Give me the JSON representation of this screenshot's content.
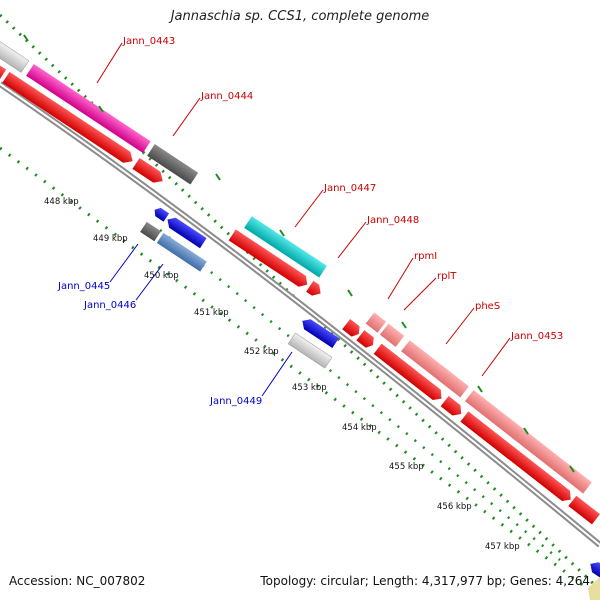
{
  "title": "Jannaschia sp. CCS1, complete genome",
  "footer": {
    "accession": "Accession: NC_007802",
    "stats": "Topology: circular; Length: 4,317,977 bp; Genes: 4,264"
  },
  "colors": {
    "backbone": "#8c8c8c",
    "tick": "#1e8c1e",
    "forward_label": "#cc0000",
    "reverse_label": "#0000cc",
    "cds": "#ff0000"
  },
  "ticks": [
    "448 kbp",
    "449 kbp",
    "450 kbp",
    "451 kbp",
    "452 kbp",
    "453 kbp",
    "454 kbp",
    "455 kbp",
    "456 kbp",
    "457 kbp"
  ],
  "labels": {
    "forward": [
      "Jann_0443",
      "Jann_0444",
      "Jann_0447",
      "Jann_0448",
      "rpmI",
      "rplT",
      "pheS",
      "Jann_0453"
    ],
    "reverse": [
      "Jann_0445",
      "Jann_0446",
      "Jann_0449"
    ]
  }
}
